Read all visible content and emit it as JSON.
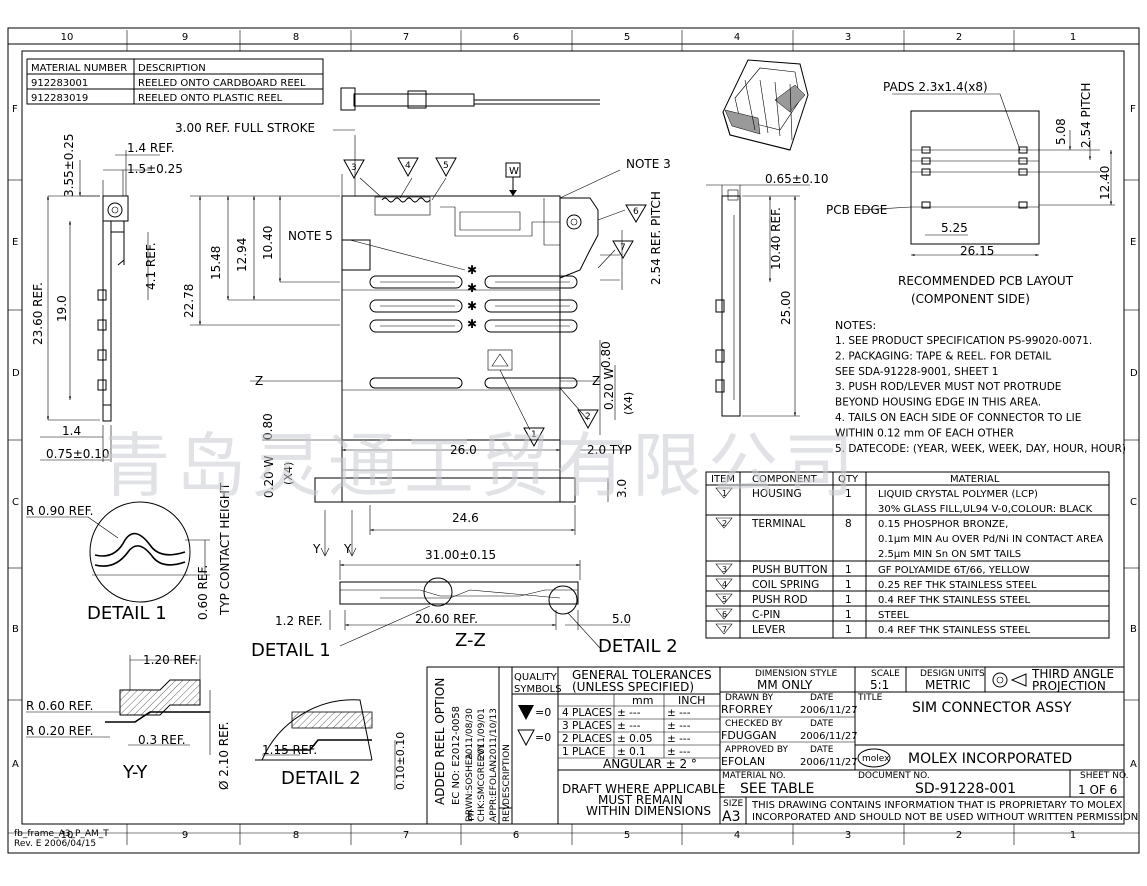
{
  "frame": {
    "columns": [
      "10",
      "9",
      "8",
      "7",
      "6",
      "5",
      "4",
      "3",
      "2",
      "1"
    ],
    "rows": [
      "F",
      "E",
      "D",
      "C",
      "B",
      "A"
    ],
    "frame_id": "fb_frame_A3_P_AM_T",
    "frame_rev": "Rev. E 2006/04/15"
  },
  "watermark": "青岛灵通工贸有限公司",
  "material_table": {
    "headers": [
      "MATERIAL NUMBER",
      "DESCRIPTION"
    ],
    "rows": [
      [
        "912283001",
        "REELED ONTO CARDBOARD REEL"
      ],
      [
        "912283019",
        "REELED ONTO PLASTIC REEL"
      ]
    ]
  },
  "dimensions": {
    "full_stroke": "3.00 REF. FULL STROKE",
    "d355": "3.55±0.25",
    "d14ref": "1.4 REF.",
    "d15": "1.5±0.25",
    "d41ref": "4.1 REF.",
    "d2360ref": "23.60 REF.",
    "d190": "19.0",
    "d14": "1.4",
    "d075": "0.75±0.10",
    "d2278": "22.78",
    "d1548": "15.48",
    "d1294": "12.94",
    "d1040": "10.40",
    "note5": "NOTE 5",
    "note3": "NOTE 3",
    "pitch": "2.54 REF. PITCH",
    "d080": "0.80",
    "d020w": "0.20 W",
    "x4": "(X4)",
    "d260": "26.0",
    "d20typ": "2.0 TYP",
    "d30": "3.0",
    "d246": "24.6",
    "d065": "0.65±0.10",
    "d1040ref": "10.40 REF.",
    "d2500": "25.00",
    "d3100": "31.00±0.15",
    "d12ref": "1.2 REF.",
    "d2060ref": "20.60 REF.",
    "d50": "5.0",
    "r090": "R 0.90 REF.",
    "typ_contact": "TYP CONTACT HEIGHT",
    "d060ref": "0.60 REF.",
    "d120ref": "1.20 REF.",
    "r060": "R 0.60 REF.",
    "r020": "R 0.20 REF.",
    "d03ref": "0.3 REF.",
    "d210ref": "Ø 2.10 REF.",
    "d115ref": "1.15 REF.",
    "d010": "0.10±0.10",
    "z": "Z",
    "y": "Y",
    "w": "W"
  },
  "view_labels": {
    "detail1": "DETAIL 1",
    "detail2": "DETAIL 2",
    "zz": "Z-Z",
    "yy": "Y-Y",
    "detail1_ref": "DETAIL 1",
    "detail2_ref": "DETAIL 2"
  },
  "pcb_layout": {
    "pads": "PADS 2.3x1.4(x8)",
    "pitch": "2.54 PITCH",
    "d508": "5.08",
    "d1240": "12.40",
    "pcb_edge": "PCB EDGE",
    "d525": "5.25",
    "d2615": "26.15",
    "title1": "RECOMMENDED PCB LAYOUT",
    "title2": "(COMPONENT SIDE)"
  },
  "notes": {
    "heading": "NOTES:",
    "lines": [
      "1. SEE PRODUCT SPECIFICATION PS-99020-0071.",
      "2. PACKAGING: TAPE & REEL. FOR DETAIL",
      "    SEE SDA-91228-9001, SHEET 1",
      "3. PUSH ROD/LEVER MUST NOT PROTRUDE",
      "    BEYOND HOUSING EDGE IN THIS AREA.",
      "4. TAILS ON EACH SIDE OF CONNECTOR TO LIE",
      "    WITHIN 0.12 mm OF EACH OTHER",
      "5. DATECODE: (YEAR, WEEK, WEEK, DAY, HOUR, HOUR)"
    ]
  },
  "bom": {
    "headers": [
      "ITEM",
      "COMPONENT",
      "QTY",
      "MATERIAL"
    ],
    "rows": [
      {
        "item": "1",
        "component": "HOUSING",
        "qty": "1",
        "material": [
          "LIQUID CRYSTAL POLYMER (LCP)",
          "30% GLASS FILL,UL94 V-0,COLOUR: BLACK"
        ]
      },
      {
        "item": "2",
        "component": "TERMINAL",
        "qty": "8",
        "material": [
          "0.15 PHOSPHOR BRONZE,",
          "0.1μm MIN Au OVER Pd/Ni IN CONTACT AREA",
          "2.5μm MIN Sn ON SMT TAILS"
        ]
      },
      {
        "item": "3",
        "component": "PUSH BUTTON",
        "qty": "1",
        "material": [
          "GF POLYAMIDE 6T/66, YELLOW"
        ]
      },
      {
        "item": "4",
        "component": "COIL SPRING",
        "qty": "1",
        "material": [
          "0.25 REF THK STAINLESS STEEL"
        ]
      },
      {
        "item": "5",
        "component": "PUSH ROD",
        "qty": "1",
        "material": [
          "0.4 REF THK STAINLESS STEEL"
        ]
      },
      {
        "item": "6",
        "component": "C-PIN",
        "qty": "1",
        "material": [
          "STEEL"
        ]
      },
      {
        "item": "7",
        "component": "LEVER",
        "qty": "1",
        "material": [
          "0.4 REF THK STAINLESS STEEL"
        ]
      }
    ]
  },
  "revision": {
    "desc": "ADDED REEL OPTION",
    "ec": "EC NO: E2012-0058",
    "drwn": "DRWN:SOSHEA",
    "chk": "CHK:SMCGREEVY",
    "appr": "APPR:EFOLAN",
    "date1": "2011/08/30",
    "date2": "2011/09/01",
    "date3": "2011/10/13",
    "rev": "E",
    "description_label": "DESCRIPTION",
    "rev_label": "REV"
  },
  "title_block": {
    "quality": "QUALITY",
    "symbols": "SYMBOLS",
    "sym_fill": "=0",
    "sym_open": "=0",
    "gen_tol": "GENERAL TOLERANCES",
    "unless": "(UNLESS SPECIFIED)",
    "mm": "mm",
    "inch": "INCH",
    "tol_rows": [
      {
        "places": "4 PLACES",
        "mm": "± ---",
        "inch": "± ---"
      },
      {
        "places": "3 PLACES",
        "mm": "± ---",
        "inch": "± ---"
      },
      {
        "places": "2 PLACES",
        "mm": "± 0.05",
        "inch": "± ---"
      },
      {
        "places": "1 PLACE",
        "mm": "± 0.1",
        "inch": "± ---"
      }
    ],
    "angular": "ANGULAR ± 2 °",
    "draft1": "DRAFT WHERE APPLICABLE",
    "draft2": "MUST REMAIN",
    "draft3": "WITHIN DIMENSIONS",
    "dim_style_label": "DIMENSION STYLE",
    "dim_style": "MM ONLY",
    "scale_label": "SCALE",
    "scale": "5:1",
    "units_label": "DESIGN UNITS",
    "units": "METRIC",
    "projection1": "THIRD ANGLE",
    "projection2": "PROJECTION",
    "drawn_by_label": "DRAWN BY",
    "drawn_by": "RFORREY",
    "checked_by_label": "CHECKED BY",
    "checked_by": "FDUGGAN",
    "approved_by_label": "APPROVED BY",
    "approved_by": "EFOLAN",
    "date_label": "DATE",
    "date": "2006/11/27",
    "title_label": "TITLE",
    "title": "SIM CONNECTOR ASSY",
    "company_logo": "molex",
    "company": "MOLEX INCORPORATED",
    "material_no_label": "MATERIAL NO.",
    "material_no": "SEE TABLE",
    "document_no_label": "DOCUMENT NO.",
    "document_no": "SD-91228-001",
    "sheet_no_label": "SHEET NO.",
    "sheet_no": "1 OF 6",
    "size_label": "SIZE",
    "size": "A3",
    "proprietary1": "THIS DRAWING CONTAINS INFORMATION THAT IS PROPRIETARY TO MOLEX",
    "proprietary2": "INCORPORATED AND SHOULD NOT BE USED WITHOUT WRITTEN PERMISSION"
  }
}
